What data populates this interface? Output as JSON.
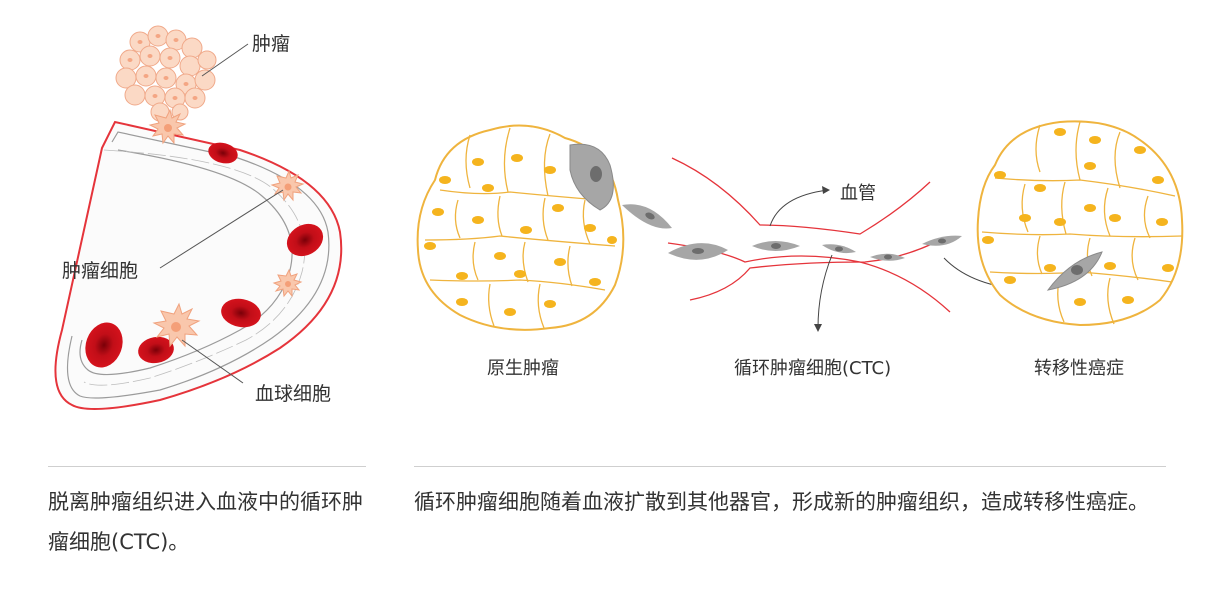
{
  "labels": {
    "tumor": "肿瘤",
    "tumor_cell": "肿瘤细胞",
    "blood_cell": "血球细胞",
    "blood_vessel": "血管",
    "primary_tumor": "原生肿瘤",
    "ctc": "循环肿瘤细胞(CTC)",
    "metastasis": "转移性癌症"
  },
  "captions": {
    "left": "脱离肿瘤组织进入血液中的循环肿瘤细胞(CTC)。",
    "right": "循环肿瘤细胞随着血液扩散到其他器官，形成新的肿瘤组织，造成转移性癌症。"
  },
  "colors": {
    "vessel_red": "#e5343b",
    "blood_cell_red": "#c8101b",
    "tumor_peach": "#f6c4a6",
    "cell_outline_yellow": "#efb43e",
    "nucleus_orange": "#f5b41e",
    "ctc_gray": "#a6a6a6"
  }
}
